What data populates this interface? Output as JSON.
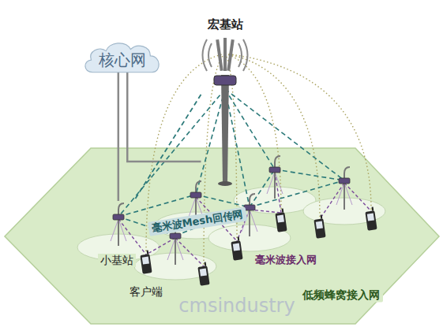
{
  "diagram": {
    "nodes": [
      {
        "text": [
          "核心网"
        ]
      },
      {
        "text": [
          "宏基站"
        ]
      },
      {
        "text": [
          "小基站"
        ]
      }
    ],
    "edges": [
      {
        "from": 0,
        "to": 1,
        "arrow": "none"
      },
      {
        "from": 0,
        "to": 2,
        "arrow": "none"
      },
      {
        "from": 1,
        "to": 2,
        "arrow": "none"
      }
    ],
    "labels": [
      "客户端",
      "毫米波Mesh回传网",
      "毫米波接入网",
      "低频蜂窝接入网",
      "cmsindustry"
    ]
  }
}
